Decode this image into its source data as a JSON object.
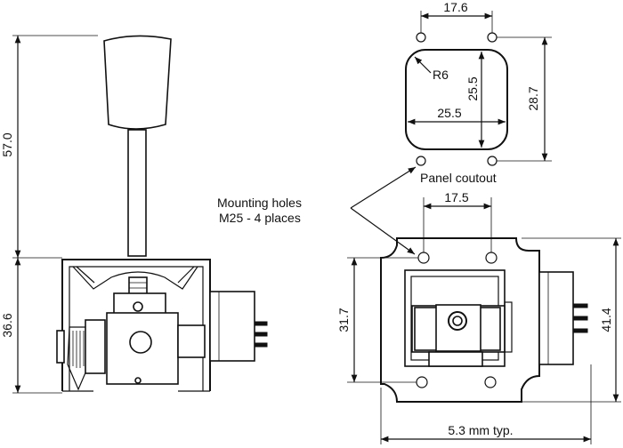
{
  "labels": {
    "dim_height_upper": "57.0",
    "dim_height_lower": "36.6",
    "dim_hole_spacing_top": "17.6",
    "dim_radius": "R6",
    "dim_cutout_height": "25.5",
    "dim_cutout_width": "25.5",
    "dim_hole_spacing_vertical": "28.7",
    "panel_cutout": "Panel coutout",
    "mounting_holes_line1": "Mounting holes",
    "mounting_holes_line2": "M25 - 4 places",
    "dim_hole_spacing_front": "17.5",
    "dim_body_height": "31.7",
    "dim_overall_height": "41.4",
    "dim_depth": "5.3 mm typ."
  }
}
